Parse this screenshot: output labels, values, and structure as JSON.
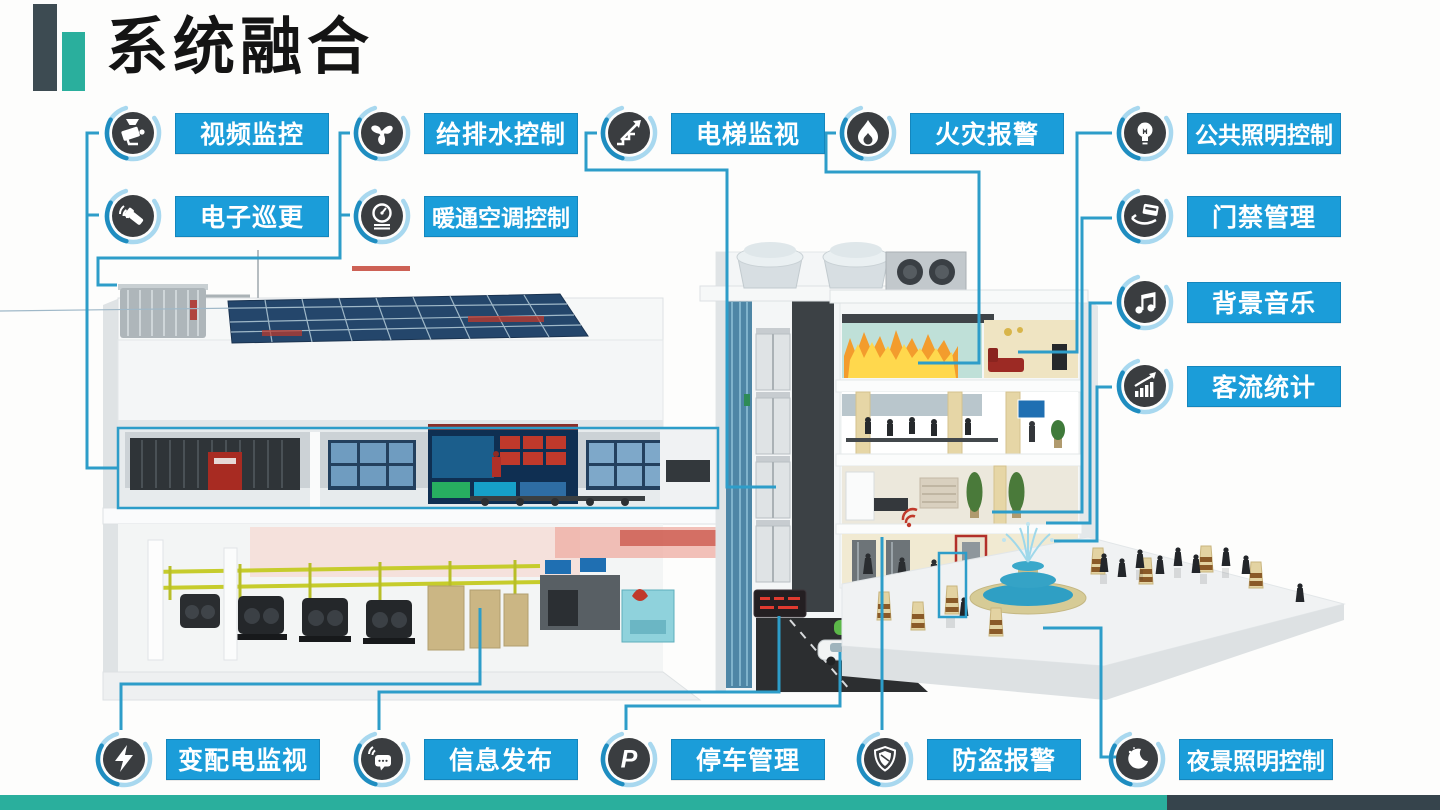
{
  "slide": {
    "title": "系统融合",
    "colors": {
      "label_blue": "#1b9dd9",
      "connector_blue": "#2d9dc9",
      "accent_teal": "#2aaf9d",
      "accent_dark": "#3d4b52",
      "icon_disc": "#3a3d40",
      "icon_ring_light": "#a8d8ef",
      "icon_ring_dark": "#1f8dc0"
    }
  },
  "systems": [
    {
      "label": "视频监控",
      "icon": "cctv-camera"
    },
    {
      "label": "电子巡更",
      "icon": "patrol-flashlight"
    },
    {
      "label": "给排水控制",
      "icon": "fan"
    },
    {
      "label": "暖通空调控制",
      "icon": "gauge"
    },
    {
      "label": "电梯监视",
      "icon": "escalator"
    },
    {
      "label": "火灾报警",
      "icon": "flame"
    },
    {
      "label": "公共照明控制",
      "icon": "light-bulb"
    },
    {
      "label": "门禁管理",
      "icon": "access-card"
    },
    {
      "label": "背景音乐",
      "icon": "music-note"
    },
    {
      "label": "客流统计",
      "icon": "visitor-chart"
    },
    {
      "label": "变配电监视",
      "icon": "lightning"
    },
    {
      "label": "信息发布",
      "icon": "message-bubble"
    },
    {
      "label": "停车管理",
      "icon": "parking-p"
    },
    {
      "label": "防盗报警",
      "icon": "shield"
    },
    {
      "label": "夜景照明控制",
      "icon": "moon"
    }
  ]
}
